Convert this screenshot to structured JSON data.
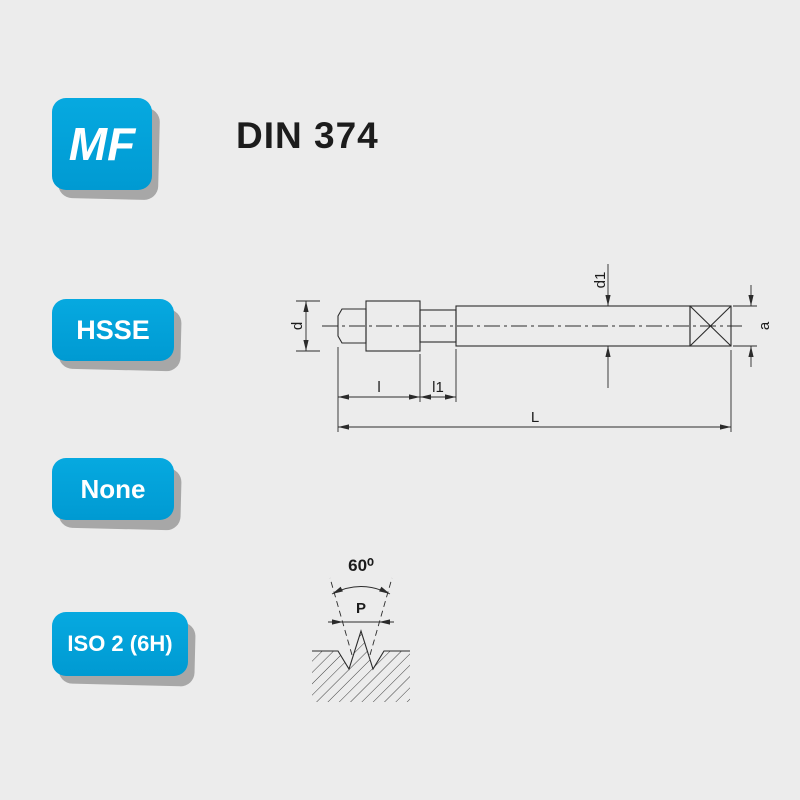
{
  "title": "DIN 374",
  "badges": [
    {
      "id": "thread-type",
      "label": "MF"
    },
    {
      "id": "material",
      "label": "HSSE"
    },
    {
      "id": "coating",
      "label": "None"
    },
    {
      "id": "tolerance",
      "label": "ISO 2 (6H)"
    }
  ],
  "diagram": {
    "dims": {
      "d": "d",
      "d1": "d1",
      "a": "a",
      "l": "l",
      "l1": "l1",
      "L": "L"
    },
    "profile": {
      "angle": "60⁰",
      "pitch": "P"
    }
  },
  "colors": {
    "background": "#ececec",
    "badge_blue": "#00a0dc",
    "badge_shadow": "#a7a7a7",
    "line": "#2b2b2b",
    "text": "#1c1c1c"
  }
}
